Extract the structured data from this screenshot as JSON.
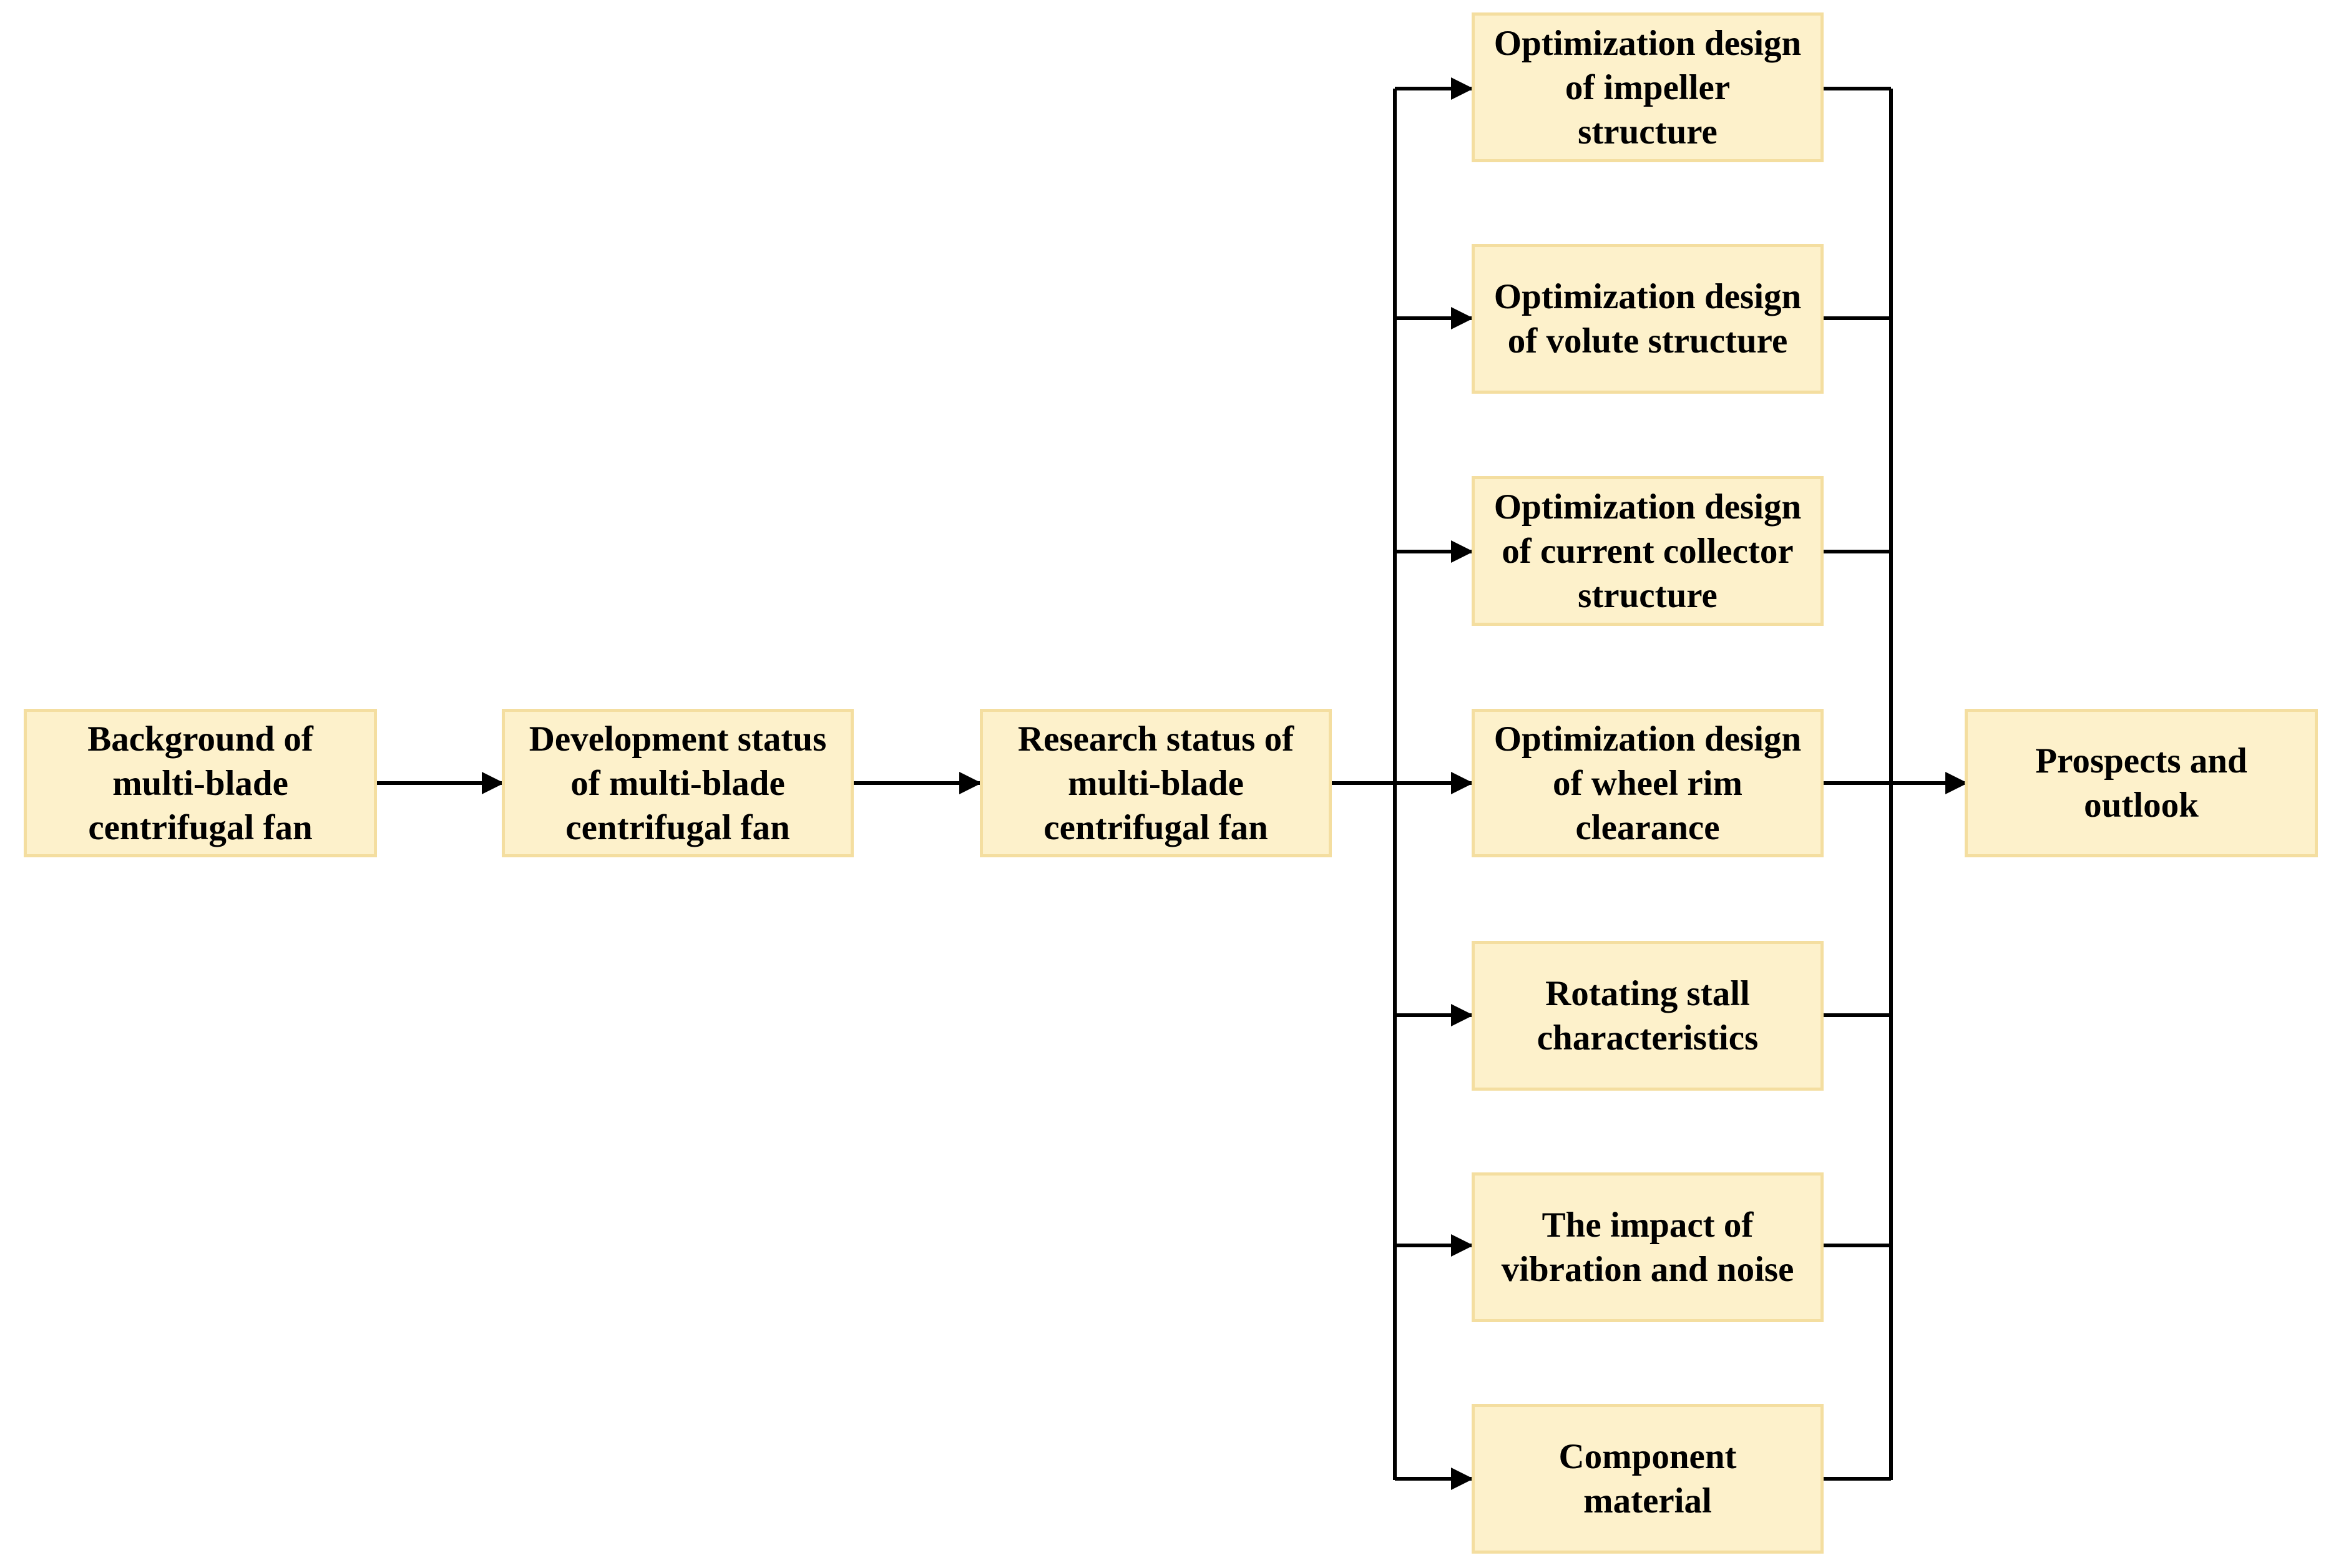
{
  "colors": {
    "box_fill": "#FDF1CB",
    "box_border": "#F4DEA0",
    "text": "#000000",
    "line": "#000000"
  },
  "nodes": {
    "background": "Background of\nmulti-blade\ncentrifugal fan",
    "development": "Development status\nof multi-blade\ncentrifugal fan",
    "research": "Research status of\nmulti-blade\ncentrifugal fan",
    "topics": [
      "Optimization design\nof impeller\nstructure",
      "Optimization design\nof volute structure",
      "Optimization design\nof current collector\nstructure",
      "Optimization design\nof wheel rim\nclearance",
      "Rotating stall\ncharacteristics",
      "The impact of\nvibration and noise",
      "Component\nmaterial"
    ],
    "prospects": "Prospects and\noutlook"
  }
}
